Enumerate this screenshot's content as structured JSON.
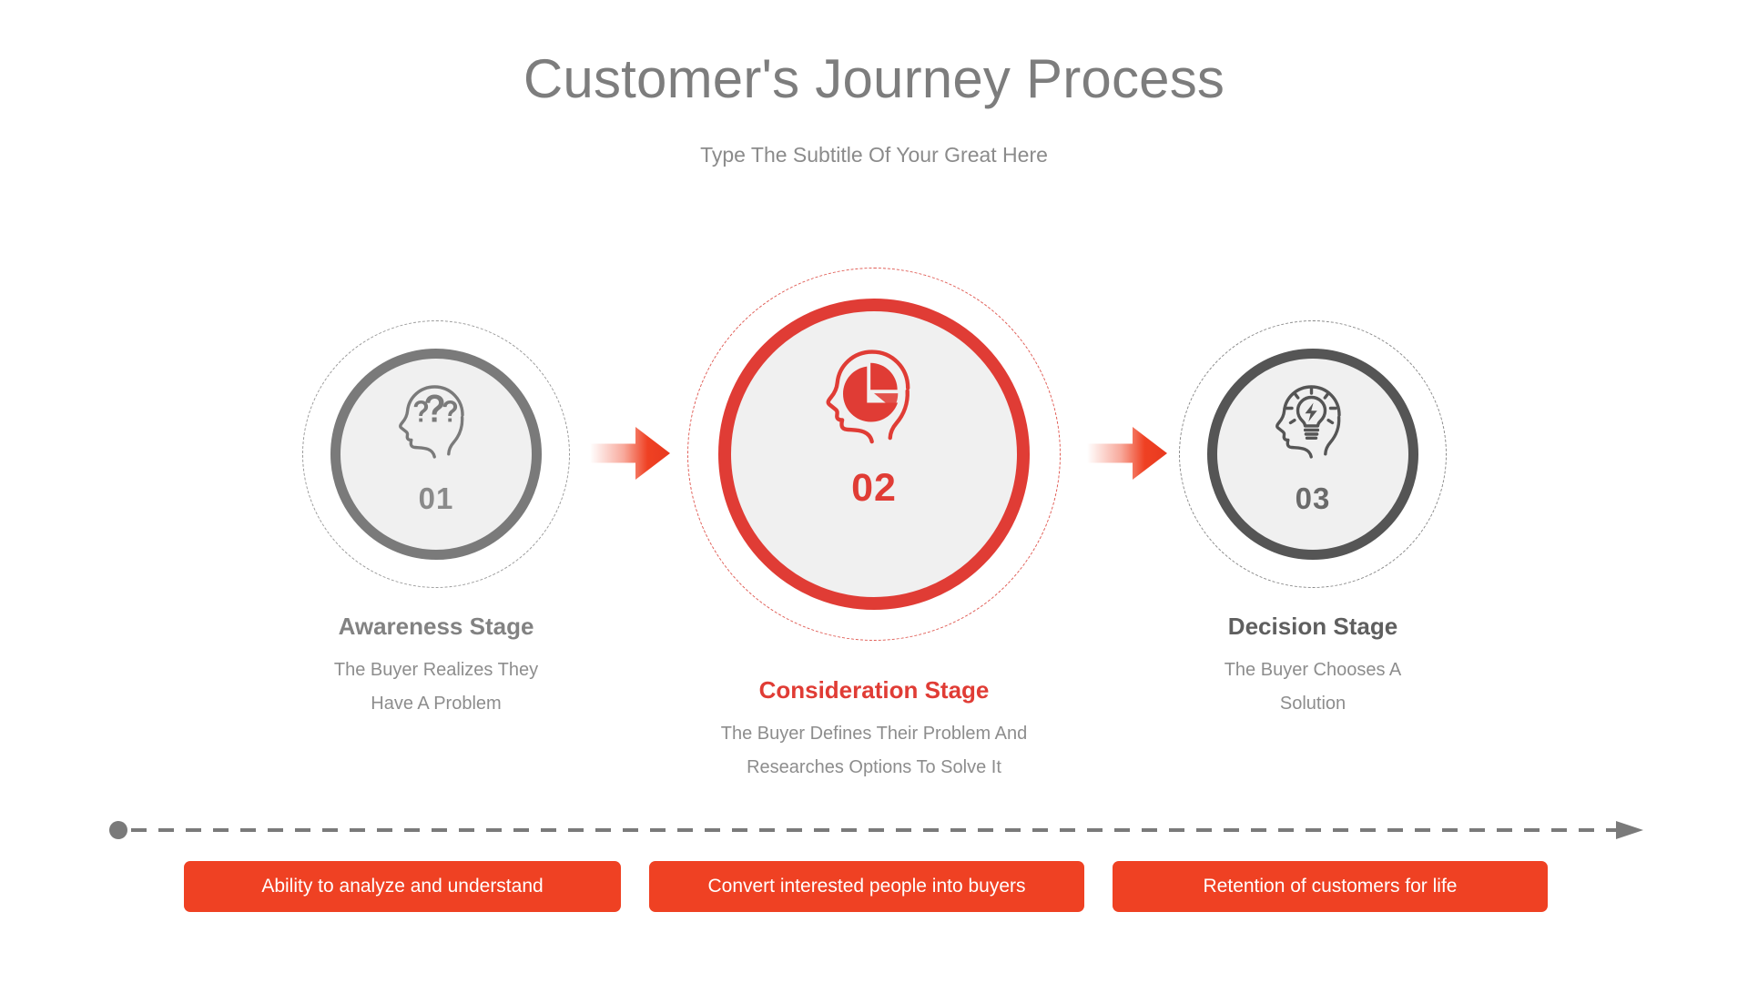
{
  "header": {
    "title": "Customer's Journey Process",
    "subtitle": "Type The Subtitle Of Your Great Here",
    "title_color": "#7d7d7d",
    "subtitle_color": "#8b8b8b"
  },
  "theme": {
    "accent_red": "#e03c35",
    "button_red": "#ef4123",
    "circle_fill": "#f0f0f0",
    "gray_light": "#7a7a7a",
    "gray_dark": "#555555",
    "body_text": "#8d8d8d",
    "background": "#ffffff"
  },
  "stages": [
    {
      "number": "01",
      "title": "Awareness Stage",
      "description_line1": "The Buyer Realizes They",
      "description_line2": "Have A Problem",
      "icon": "head-question-marks-icon",
      "ring_color": "#7a7a7a",
      "title_color": "#828282",
      "number_color": "#8a8a8a",
      "dashed_color": "#9a9a9a",
      "active": false
    },
    {
      "number": "02",
      "title": "Consideration Stage",
      "description_line1": "The Buyer Defines Their Problem And",
      "description_line2": "Researches Options To Solve It",
      "icon": "head-pie-chart-icon",
      "ring_color": "#e03c35",
      "title_color": "#e03c35",
      "number_color": "#e03c35",
      "dashed_color": "#e05c55",
      "active": true
    },
    {
      "number": "03",
      "title": "Decision Stage",
      "description_line1": "The Buyer Chooses A",
      "description_line2": "Solution",
      "icon": "head-lightbulb-icon",
      "ring_color": "#555555",
      "title_color": "#5f5f5f",
      "number_color": "#6a6a6a",
      "dashed_color": "#8a8a8a",
      "active": false
    }
  ],
  "arrows": [
    {
      "name": "arrow-stage1-to-stage2",
      "direction": "right"
    },
    {
      "name": "arrow-stage2-to-stage3",
      "direction": "right"
    }
  ],
  "timeline": {
    "start_marker": "dot",
    "end_marker": "arrowhead",
    "style": "dashed",
    "color": "#7a7a7a"
  },
  "buttons": [
    {
      "label": "Ability to analyze and understand"
    },
    {
      "label": "Convert interested people into buyers"
    },
    {
      "label": "Retention of customers for life"
    }
  ]
}
